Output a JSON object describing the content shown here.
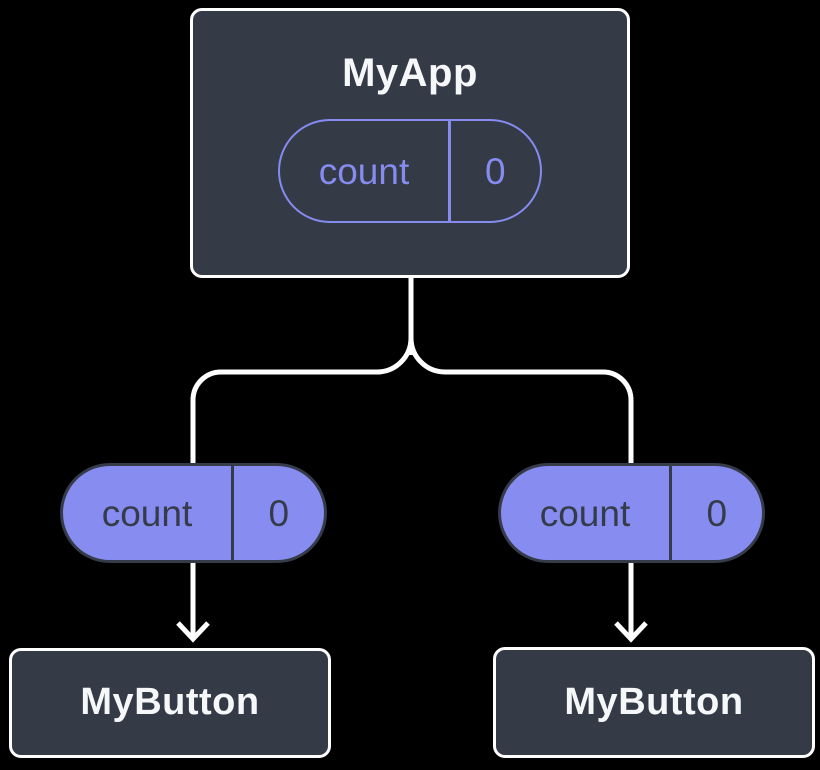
{
  "colors": {
    "background": "#000000",
    "node_fill": "#343A46",
    "node_border": "#FFFFFF",
    "node_text": "#F6F7F9",
    "pill_fill": "#868CF0",
    "pill_outline_stroke": "#858BEF",
    "pill_dark_text": "#353B49",
    "connector_line": "#FFFFFF"
  },
  "tree": {
    "root": {
      "label": "MyApp",
      "state": {
        "name": "count",
        "value": "0"
      }
    },
    "left_child": {
      "label": "MyButton",
      "state": {
        "name": "count",
        "value": "0"
      }
    },
    "right_child": {
      "label": "MyButton",
      "state": {
        "name": "count",
        "value": "0"
      }
    }
  }
}
